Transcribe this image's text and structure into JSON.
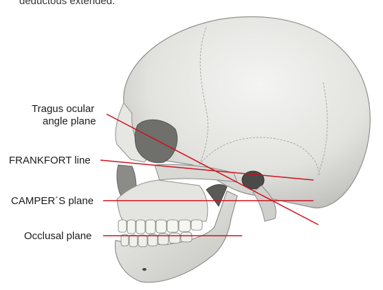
{
  "caption_fragment": "deductous extended.",
  "colors": {
    "plane_line": "#d0101a",
    "bone": "#e9e9e7",
    "bone_shadow": "#9d9d9a",
    "ink": "#1a1a1a"
  },
  "labels": {
    "tragus": [
      "Tragus ocular",
      "angle plane"
    ],
    "frankfort": "FRANKFORT line",
    "camper": "CAMPER´S plane",
    "occlusal": "Occlusal plane"
  },
  "subject": "skull-lateral-view"
}
